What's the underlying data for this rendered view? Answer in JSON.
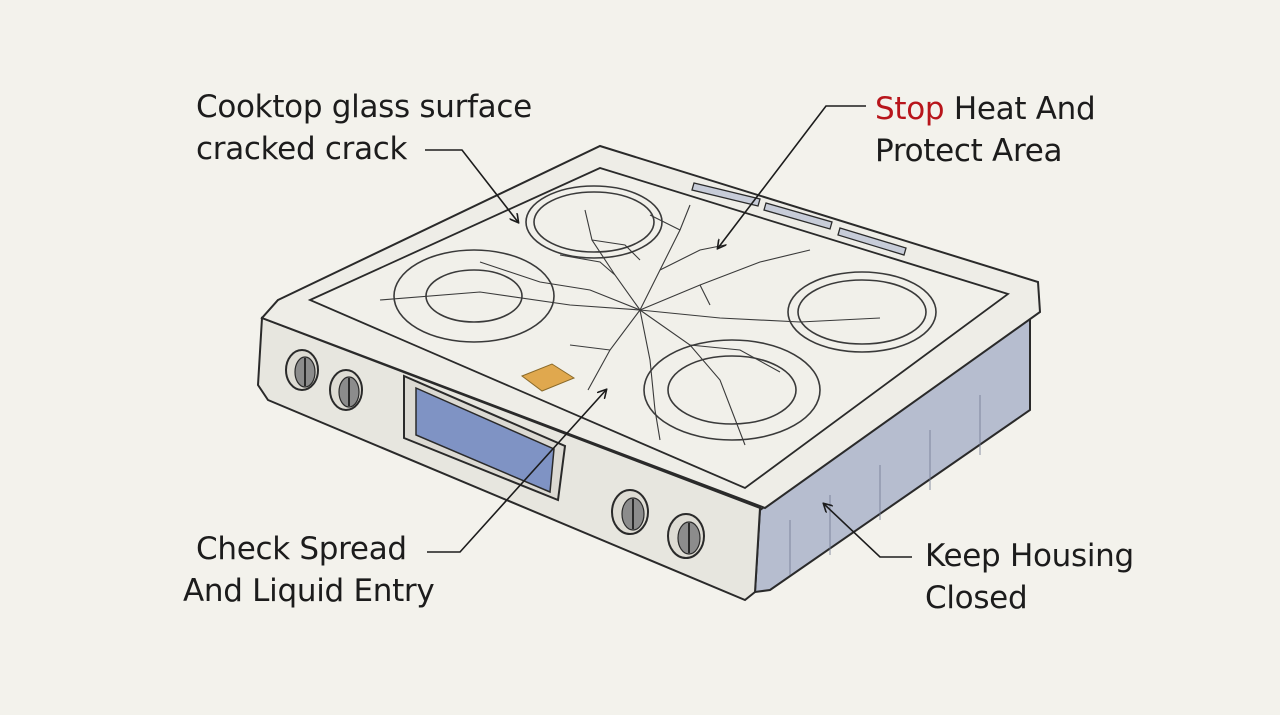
{
  "labels": {
    "cooktop": {
      "line1": "Cooktop glass surface",
      "line2": "cracked crack"
    },
    "stop": {
      "emphasis": "Stop",
      "line1_rest": " Heat And",
      "line2": "Protect Area"
    },
    "check": {
      "line1": "Check Spread",
      "line2": "And Liquid Entry"
    },
    "keep": {
      "line1": "Keep Housing",
      "line2": "Closed"
    }
  },
  "colors": {
    "background": "#f3f2ec",
    "ink": "#1c1c1c",
    "emphasis": "#b8151b",
    "display": "#7f93c4",
    "indicator": "#e0a84e",
    "side_panel": "#b6bdcf"
  },
  "icons": [
    "control-knob",
    "display-panel",
    "hot-indicator"
  ]
}
